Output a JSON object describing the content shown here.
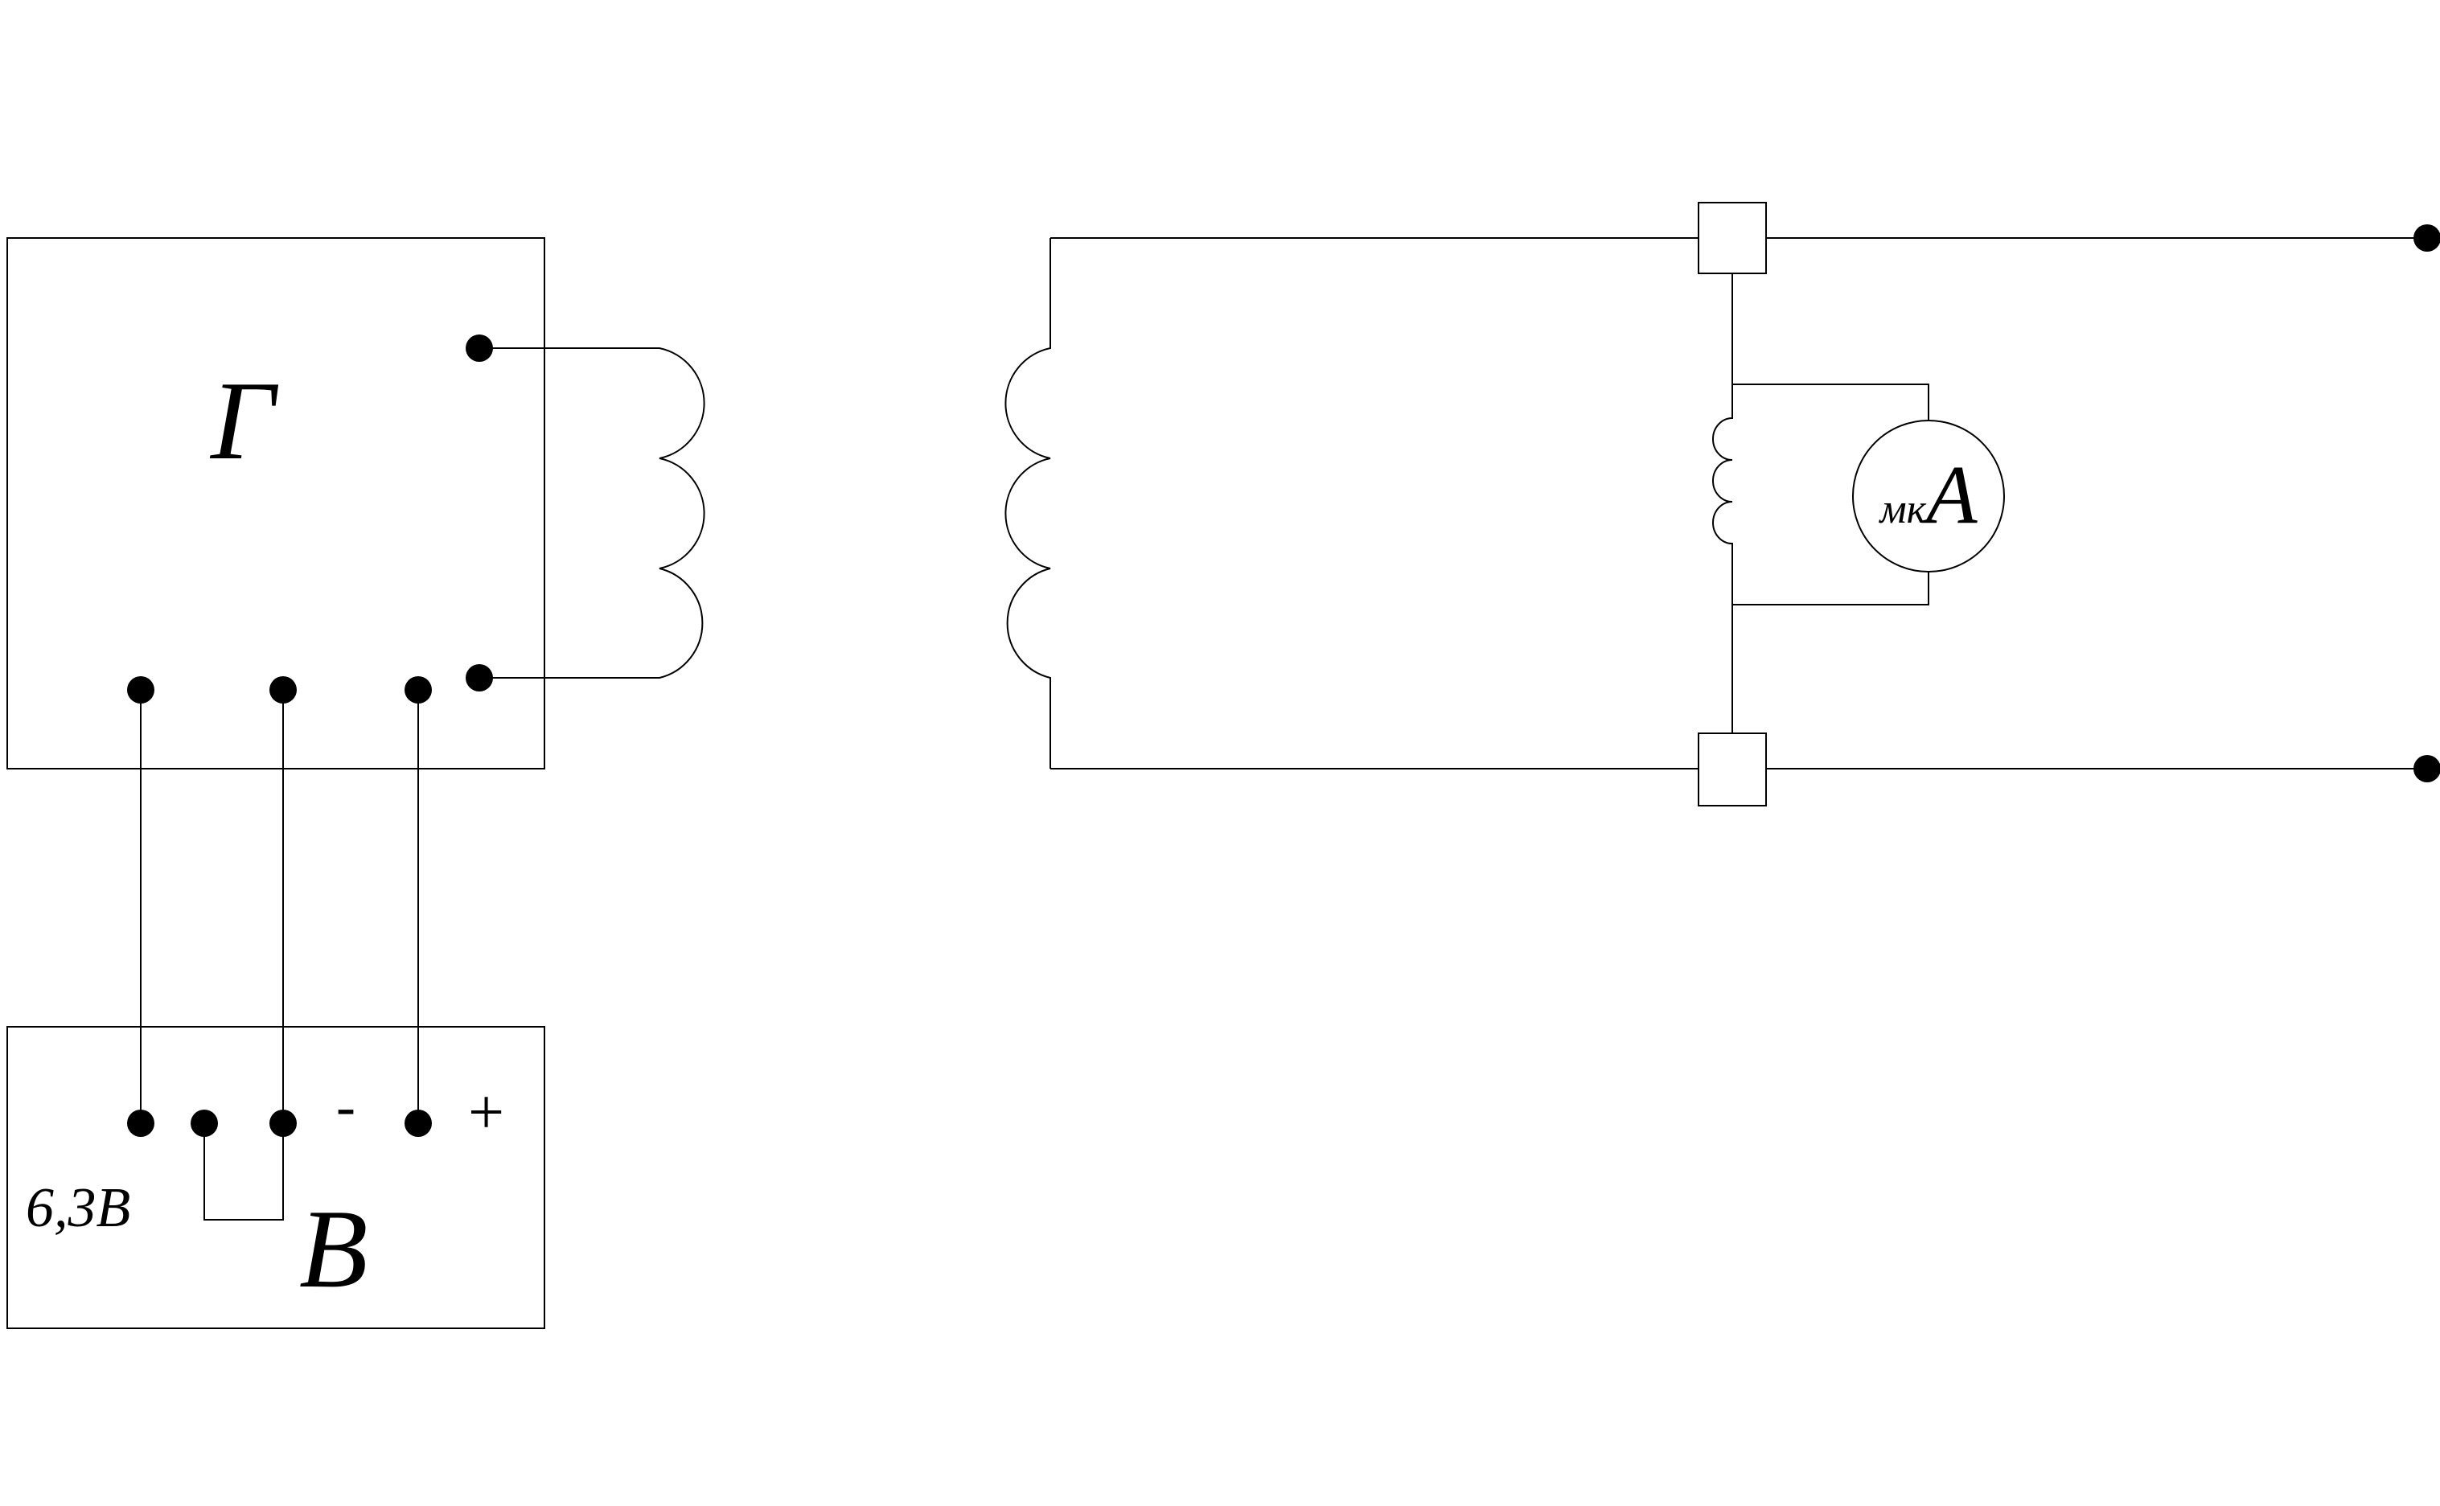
{
  "labels": {
    "generator": "Г",
    "supply": "В",
    "voltage": "6,3В",
    "minus": "-",
    "plus": "+",
    "meter": "мкА",
    "meter_prefix": "мк",
    "meter_unit": "А"
  },
  "colors": {
    "line": "#000000",
    "background": "#ffffff"
  }
}
